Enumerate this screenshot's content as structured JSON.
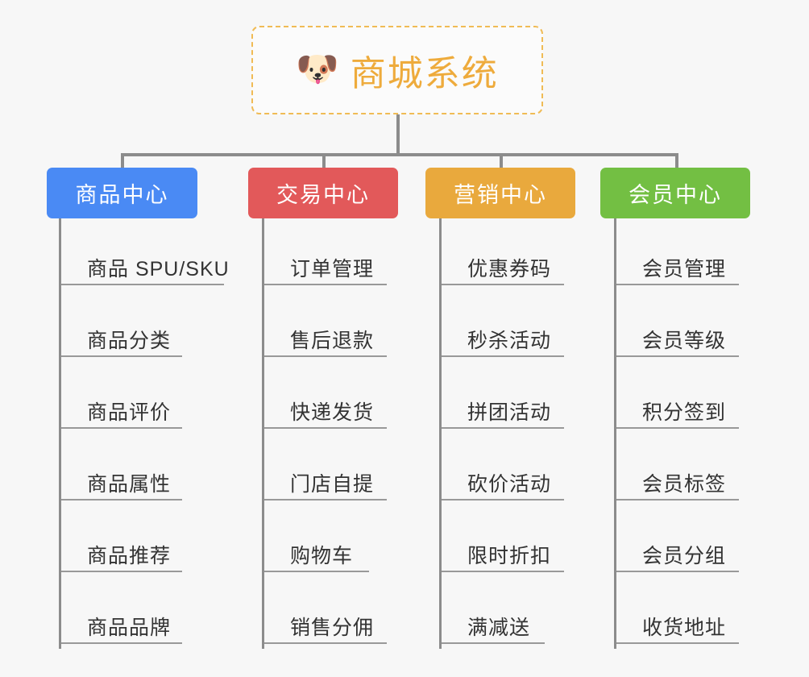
{
  "root": {
    "icon": "dog-face-icon",
    "icon_glyph": "🐶",
    "title": "商城系统",
    "border_color": "#f0bb55",
    "text_color": "#eeab3c"
  },
  "connector_color": "#8c8c8c",
  "background_color": "#f7f7f7",
  "columns": [
    {
      "title": "商品中心",
      "color": "#4a8af4",
      "items": [
        {
          "label": "商品 SPU/SKU",
          "rule_width": 202
        },
        {
          "label": "商品分类",
          "rule_width": 150
        },
        {
          "label": "商品评价",
          "rule_width": 150
        },
        {
          "label": "商品属性",
          "rule_width": 150
        },
        {
          "label": "商品推荐",
          "rule_width": 150
        },
        {
          "label": "商品品牌",
          "rule_width": 150
        }
      ]
    },
    {
      "title": "交易中心",
      "color": "#e2595a",
      "items": [
        {
          "label": "订单管理",
          "rule_width": 152
        },
        {
          "label": "售后退款",
          "rule_width": 152
        },
        {
          "label": "快递发货",
          "rule_width": 152
        },
        {
          "label": "门店自提",
          "rule_width": 152
        },
        {
          "label": "购物车",
          "rule_width": 130
        },
        {
          "label": "销售分佣",
          "rule_width": 152
        }
      ]
    },
    {
      "title": "营销中心",
      "color": "#e9a93d",
      "items": [
        {
          "label": "优惠券码",
          "rule_width": 152
        },
        {
          "label": "秒杀活动",
          "rule_width": 152
        },
        {
          "label": "拼团活动",
          "rule_width": 152
        },
        {
          "label": "砍价活动",
          "rule_width": 152
        },
        {
          "label": "限时折扣",
          "rule_width": 152
        },
        {
          "label": "满减送",
          "rule_width": 128
        }
      ]
    },
    {
      "title": "会员中心",
      "color": "#73bf43",
      "items": [
        {
          "label": "会员管理",
          "rule_width": 152
        },
        {
          "label": "会员等级",
          "rule_width": 152
        },
        {
          "label": "积分签到",
          "rule_width": 152
        },
        {
          "label": "会员标签",
          "rule_width": 152
        },
        {
          "label": "会员分组",
          "rule_width": 152
        },
        {
          "label": "收货地址",
          "rule_width": 152
        }
      ]
    }
  ]
}
